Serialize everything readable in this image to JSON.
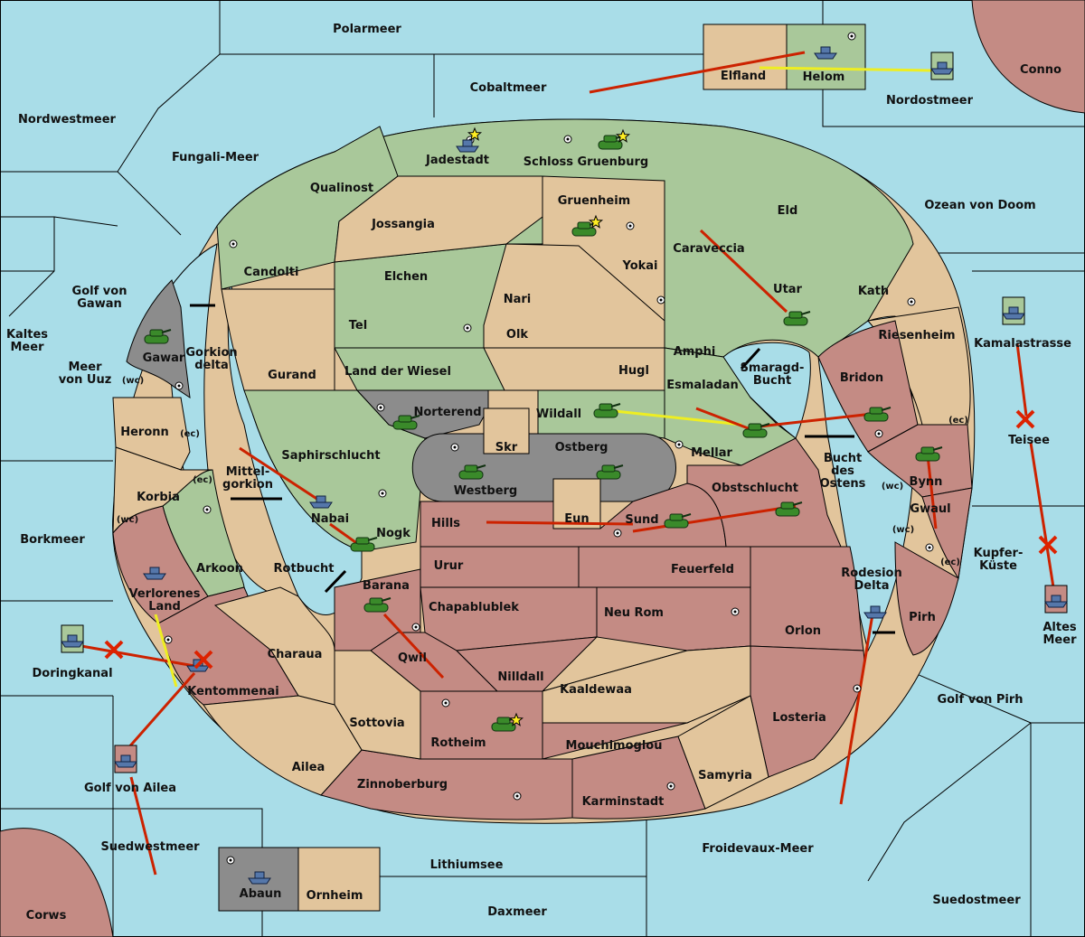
{
  "title": "",
  "colors": {
    "sea": "#a9dde8",
    "green_power": "#a9c89a",
    "tan_neutral": "#e2c59c",
    "red_power": "#c48b84",
    "gray_power": "#8c8c8c",
    "move_order": "#cc2200",
    "support_order": "#eeee22"
  },
  "seas": {
    "polarmeer": "Polarmeer",
    "cobaltmeer": "Cobaltmeer",
    "nordwestmeer": "Nordwestmeer",
    "fungali": "Fungali-Meer",
    "nordostmeer": "Nordostmeer",
    "conno": "Conno",
    "ozean": "Ozean von Doom",
    "golf_gawan": "Golf von\nGawan",
    "kaltes": "Kaltes\nMeer",
    "meer_uuz": "Meer\nvon Uuz",
    "gorkion_delta": "Gorkion\ndelta",
    "kamalastrasse": "Kamalastrasse",
    "teisee": "Teisee",
    "smaragd": "Smaragd-\nBucht",
    "mittelgorkion": "Mittel-\ngorkion",
    "borkmeer": "Borkmeer",
    "bucht_ostens": "Bucht\ndes\nOstens",
    "kupfer": "Kupfer-\nKüste",
    "rotbucht": "Rotbucht",
    "rodesion": "Rodesion\nDelta",
    "altes": "Altes\nMeer",
    "doringkanal": "Doringkanal",
    "golf_pirh": "Golf von Pirh",
    "golf_ailea": "Golf von Ailea",
    "suedwestmeer": "Suedwestmeer",
    "lithiumsee": "Lithiumsee",
    "froidevaux": "Froidevaux-Meer",
    "suedostmeer": "Suedostmeer",
    "daxmeer": "Daxmeer",
    "corws": "Corws"
  },
  "lands": {
    "elfland": "Elfland",
    "helom": "Helom",
    "jadestadt": "Jadestadt",
    "schloss": "Schloss Gruenburg",
    "qualinost": "Qualinost",
    "jossangia": "Jossangia",
    "gruenheim": "Gruenheim",
    "eld": "Eld",
    "candolti": "Candolti",
    "elchen": "Elchen",
    "caraveccia": "Caraveccia",
    "yokai": "Yokai",
    "nari": "Nari",
    "utar": "Utar",
    "kath": "Kath",
    "tel": "Tel",
    "olk": "Olk",
    "amphi": "Amphi",
    "riesenheim": "Riesenheim",
    "gawar": "Gawar",
    "gurand": "Gurand",
    "land_wiesel": "Land der Wiesel",
    "hugl": "Hugl",
    "esmaladan": "Esmaladan",
    "bridon": "Bridon",
    "norterend": "Norterend",
    "wildall": "Wildall",
    "heronn": "Heronn",
    "skr": "Skr",
    "ostberg": "Ostberg",
    "mellar": "Mellar",
    "saphirschlucht": "Saphirschlucht",
    "westberg": "Westberg",
    "obstschlucht": "Obstschlucht",
    "bynn": "Bynn",
    "korbia": "Korbia",
    "nabai": "Nabai",
    "eun": "Eun",
    "hills": "Hills",
    "sund": "Sund",
    "gwaul": "Gwaul",
    "nogk": "Nogk",
    "arkoon": "Arkoon",
    "urur": "Urur",
    "feuerfeld": "Feuerfeld",
    "verlorenes": "Verlorenes\nLand",
    "barana": "Barana",
    "chapablublek": "Chapablublek",
    "neu_rom": "Neu Rom",
    "orlon": "Orlon",
    "pirh": "Pirh",
    "charaua": "Charaua",
    "qwil": "Qwil",
    "nilldall": "Nilldall",
    "kaaldewaa": "Kaaldewaa",
    "kentommenai": "Kentommenai",
    "losteria": "Losteria",
    "sottovia": "Sottovia",
    "rotheim": "Rotheim",
    "mouchimoglou": "Mouchimoglou",
    "ailea": "Ailea",
    "samyria": "Samyria",
    "zinnoberburg": "Zinnoberburg",
    "karminstadt": "Karminstadt",
    "abaun": "Abaun",
    "ornheim": "Ornheim"
  },
  "coast_tags": {
    "wc1": "(wc)",
    "ec1": "(ec)",
    "ec2": "(ec)",
    "wc2": "(wc)",
    "ec3": "(ec)",
    "wc3": "(wc)",
    "wc4": "(wc)",
    "ec4": "(ec)"
  },
  "icons": {
    "army": "tank-icon",
    "fleet": "ship-icon",
    "supply": "supply-center-icon",
    "home": "star-icon",
    "destroyed": "x-mark-icon",
    "retreat": "burst-icon"
  }
}
